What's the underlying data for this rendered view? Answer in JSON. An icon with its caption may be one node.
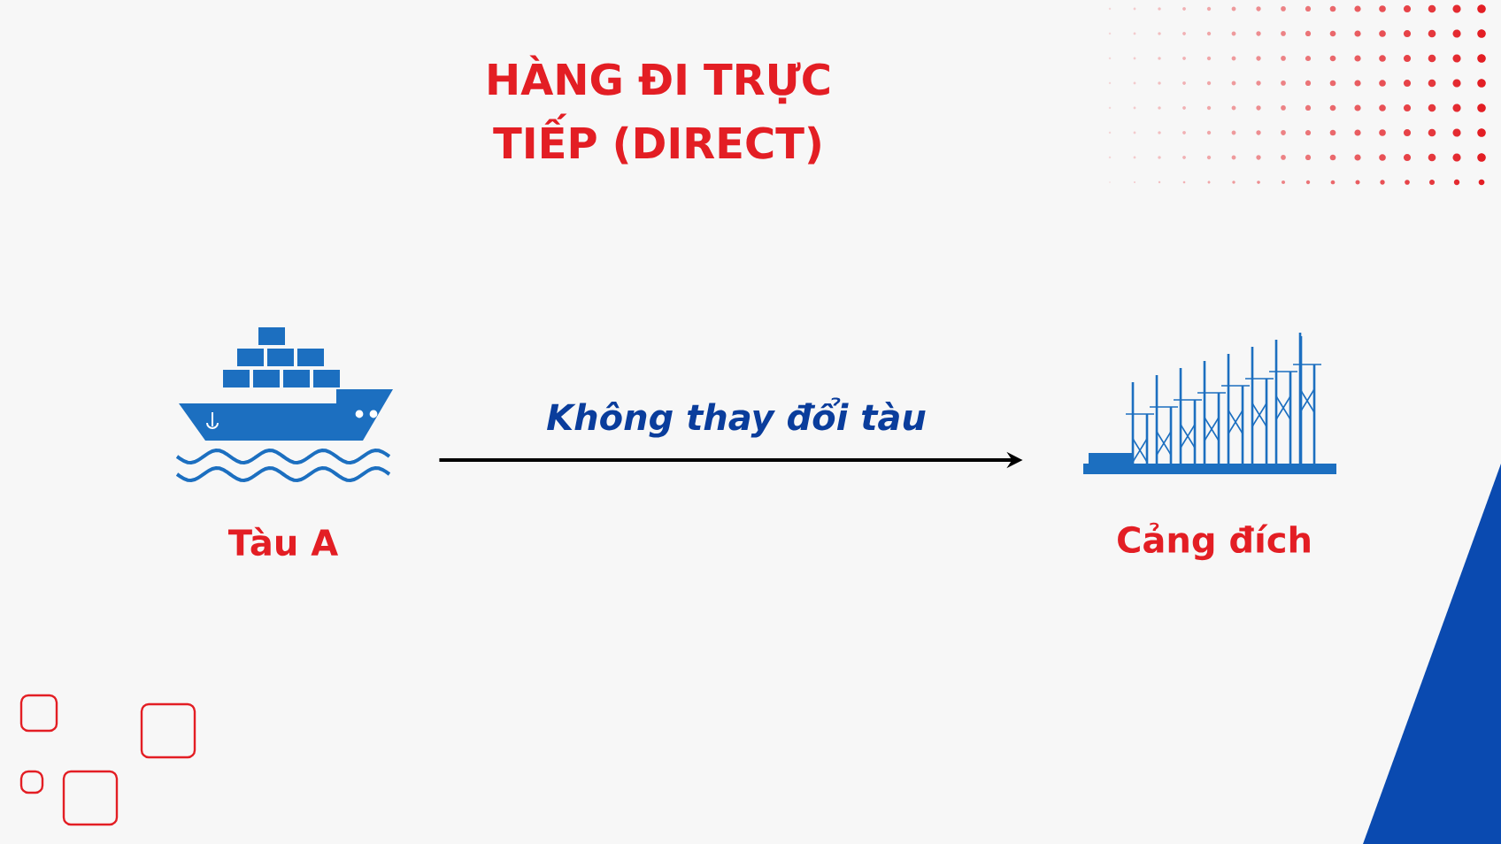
{
  "diagram": {
    "title": "HÀNG ĐI TRỰC TIẾP (DIRECT)",
    "nodes": [
      {
        "text": [],
        "shape": "picture",
        "beside": [
          "Tàu A"
        ]
      },
      {
        "text": [],
        "shape": "picture",
        "beside": [
          "Cảng đích"
        ]
      }
    ],
    "edges": [
      {
        "from": 0,
        "to": 1,
        "arrow": "to",
        "label": "Không thay đổi tàu"
      }
    ]
  }
}
